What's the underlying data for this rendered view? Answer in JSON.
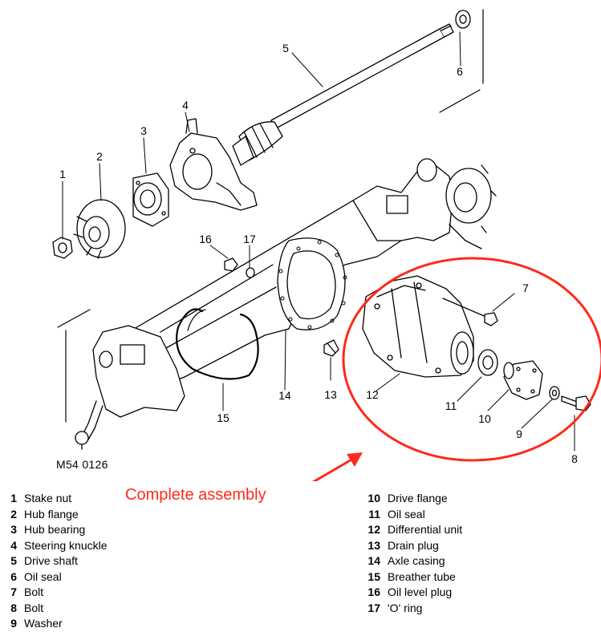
{
  "figure_code": "M54 0126",
  "annotation": {
    "text": "Complete assembly",
    "color": "#ff2a1a"
  },
  "callouts": [
    "1",
    "2",
    "3",
    "4",
    "5",
    "6",
    "7",
    "8",
    "9",
    "10",
    "11",
    "12",
    "13",
    "14",
    "15",
    "16",
    "17"
  ],
  "legend": {
    "left": [
      {
        "num": "1",
        "label": "Stake nut"
      },
      {
        "num": "2",
        "label": "Hub flange"
      },
      {
        "num": "3",
        "label": "Hub bearing"
      },
      {
        "num": "4",
        "label": "Steering knuckle"
      },
      {
        "num": "5",
        "label": "Drive shaft"
      },
      {
        "num": "6",
        "label": "Oil seal"
      },
      {
        "num": "7",
        "label": "Bolt"
      },
      {
        "num": "8",
        "label": "Bolt"
      },
      {
        "num": "9",
        "label": "Washer"
      }
    ],
    "right": [
      {
        "num": "10",
        "label": "Drive flange"
      },
      {
        "num": "11",
        "label": "Oil seal"
      },
      {
        "num": "12",
        "label": "Differential unit"
      },
      {
        "num": "13",
        "label": "Drain plug"
      },
      {
        "num": "14",
        "label": "Axle casing"
      },
      {
        "num": "15",
        "label": "Breather tube"
      },
      {
        "num": "16",
        "label": "Oil level plug"
      },
      {
        "num": "17",
        "label": "'O' ring"
      }
    ]
  }
}
